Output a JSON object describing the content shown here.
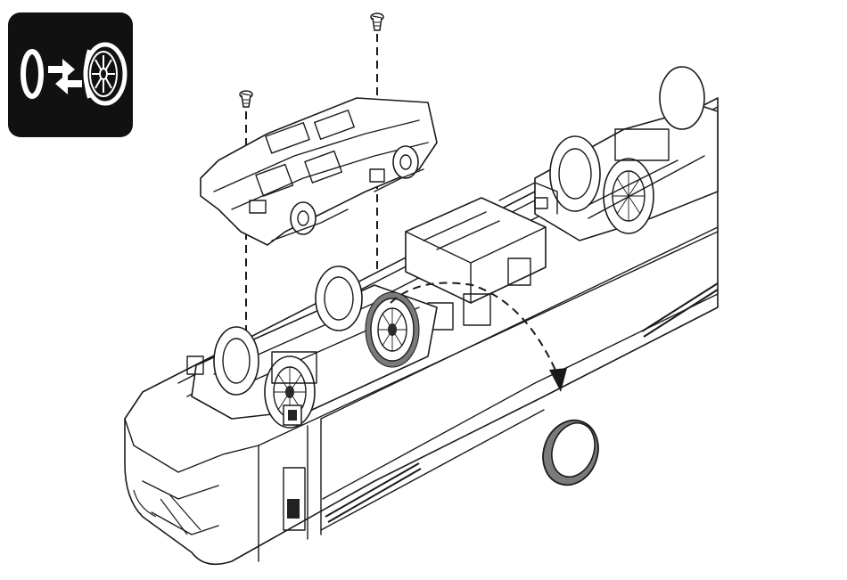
{
  "figure": {
    "type": "assembly-instruction",
    "icon": {
      "name": "traction-tire-exchange-icon",
      "badge_background": "#111111",
      "symbol_color": "#ffffff"
    },
    "parts": [
      "screw-icon",
      "bogie-frame",
      "traction-tire-ring"
    ],
    "line_color": "#1a1a1a",
    "accent_grey": "#7a7a7a"
  }
}
